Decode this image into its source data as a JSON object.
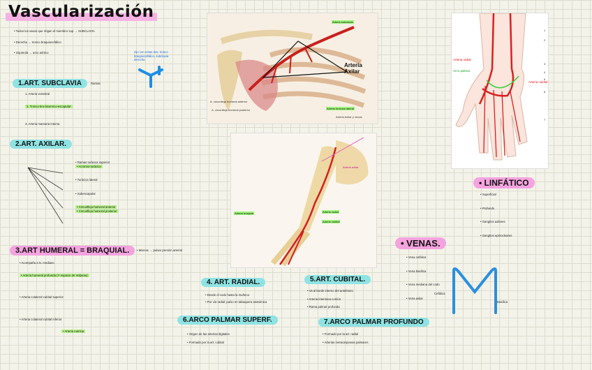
{
  "title": "Vascularización",
  "intro": {
    "lines": [
      "• Todos los vasos que irrigan el miembro sup → SUBCLAVIA",
      "• Derecha → tronco braquiocefálico",
      "• Izquierda → arco aórtico"
    ],
    "side_note": "Ojo con estas dos: tronco braquiocefálico, subclavia derecha"
  },
  "sections": {
    "subclavia": {
      "heading": "1.ART. SUBCLAVIA",
      "tag": "Ramas",
      "items": [
        "1. Arteria vertebral",
        "2. Tronco tiro-bicervico-escapular",
        "3. Arteria mamaria interna"
      ]
    },
    "axilar": {
      "heading": "2.ART. AXILAR.",
      "items": [
        "• Ramas torácica superior",
        "• Acromio-torácica",
        "• Torácica lateral",
        "• Subescapular",
        "• Circunfleja humeral anterior",
        "• Circunfleja humeral posterior"
      ]
    },
    "humeral": {
      "heading": "3.ART HUMERAL = BRAQUIAL.",
      "side": "• Marcas → pulsar presión arterial",
      "items": [
        "• Acompaña a N. mediano",
        "• Arteria humeral profunda (Y espacio de Velpeau)",
        "• Arteria colateral cubital superior",
        "• Arteria colateral cubital inferior",
        "• Arteria nutricia"
      ]
    },
    "radial": {
      "heading": "4. ART. RADIAL.",
      "items": [
        "• Desde el codo hasta la muñeca",
        "• Por vía radial: pulso en tabaquera anatómica"
      ]
    },
    "cubital": {
      "heading": "5.ART. CUBITAL.",
      "items": [
        "• Va al borde interno del antebrazo",
        "• Arteria interósea común",
        "• Rama palmar profunda"
      ]
    },
    "arco_sup": {
      "heading": "6.ARCO PALMAR SUPERF.",
      "items": [
        "• Origen de las arterias digitales",
        "• Formado por la art. cubital"
      ]
    },
    "arco_prof": {
      "heading": "7.ARCO PALMAR PROFUNDO",
      "items": [
        "• Formado por la art. radial",
        "• Arterias metacarpianas palmares"
      ]
    },
    "venas": {
      "heading": "• VENAS.",
      "items": [
        "• Vena cefálica",
        "• Vena basílica",
        "• Vena mediana del codo",
        "• Vena axilar"
      ],
      "labels": {
        "cefalica": "Cefálica",
        "basilica": "Basílica"
      }
    },
    "linfatico": {
      "heading": "• LINFÁTICO",
      "items": [
        "• Superficial",
        "• Profundo",
        "• Ganglios axilares",
        "• Ganglios epitrocleares"
      ]
    }
  },
  "figures": {
    "axilar": {
      "labels": [
        "Arteria Axilar",
        "A. circunfleja humeral anterior",
        "A. circunfleja humeral posterior",
        "Arteria Axilar y venas",
        "Arteria subclavia",
        "Arteria torácica lateral"
      ]
    },
    "brazo": {
      "labels": [
        "Arteria axilar",
        "Arteria braquial",
        "Arteria radial",
        "Arteria cubital"
      ]
    },
    "mano": {
      "labels": [
        "Arteria radial",
        "Arteria cubital",
        "Arco palmar"
      ],
      "numbers": [
        "1",
        "2",
        "3",
        "4",
        "5",
        "6",
        "7"
      ]
    }
  },
  "colors": {
    "pink": "#f5a3df",
    "teal": "#8fe3e3",
    "green": "#b5f28a",
    "artery": "#d62b2b",
    "vein": "#2a8fe0"
  }
}
